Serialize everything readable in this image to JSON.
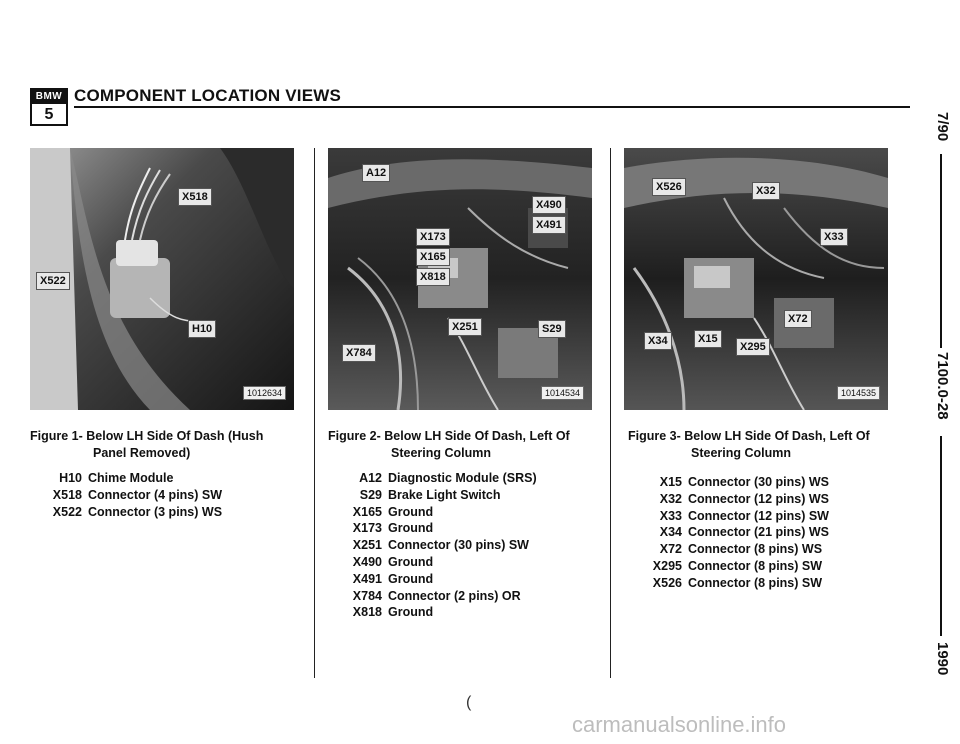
{
  "header": {
    "logo_top": "BMW",
    "logo_bottom": "5",
    "title": "COMPONENT LOCATION VIEWS"
  },
  "side": {
    "date": "7/90",
    "page": "7100.0-28",
    "year": "1990"
  },
  "figures": [
    {
      "number": "Figure 1-",
      "caption_line1": "Below LH Side Of Dash (Hush",
      "caption_line2": "Panel Removed)",
      "photo_id": "1012634",
      "tags": [
        "X518",
        "X522",
        "H10"
      ],
      "legend": [
        {
          "code": "H10",
          "desc": "Chime Module"
        },
        {
          "code": "X518",
          "desc": "Connector (4 pins) SW"
        },
        {
          "code": "X522",
          "desc": "Connector (3 pins) WS"
        }
      ]
    },
    {
      "number": "Figure 2-",
      "caption_line1": "Below LH Side Of Dash, Left Of",
      "caption_line2": "Steering Column",
      "photo_id": "1014534",
      "tags": [
        "A12",
        "X490",
        "X491",
        "X173",
        "X165",
        "X818",
        "X251",
        "S29",
        "X784"
      ],
      "legend": [
        {
          "code": "A12",
          "desc": "Diagnostic Module (SRS)"
        },
        {
          "code": "S29",
          "desc": "Brake Light Switch"
        },
        {
          "code": "X165",
          "desc": "Ground"
        },
        {
          "code": "X173",
          "desc": "Ground"
        },
        {
          "code": "X251",
          "desc": "Connector (30 pins) SW"
        },
        {
          "code": "X490",
          "desc": "Ground"
        },
        {
          "code": "X491",
          "desc": "Ground"
        },
        {
          "code": "X784",
          "desc": "Connector (2 pins) OR"
        },
        {
          "code": "X818",
          "desc": "Ground"
        }
      ]
    },
    {
      "number": "Figure 3-",
      "caption_line1": "Below LH Side Of Dash, Left Of",
      "caption_line2": "Steering Column",
      "photo_id": "1014535",
      "tags": [
        "X526",
        "X32",
        "X33",
        "X72",
        "X34",
        "X15",
        "X295"
      ],
      "legend": [
        {
          "code": "X15",
          "desc": "Connector (30 pins) WS"
        },
        {
          "code": "X32",
          "desc": "Connector (12 pins) WS"
        },
        {
          "code": "X33",
          "desc": "Connector (12 pins) SW"
        },
        {
          "code": "X34",
          "desc": "Connector (21 pins) WS"
        },
        {
          "code": "X72",
          "desc": "Connector (8 pins) WS"
        },
        {
          "code": "X295",
          "desc": "Connector (8 pins) SW"
        },
        {
          "code": "X526",
          "desc": "Connector (8 pins) SW"
        }
      ]
    }
  ],
  "misc": {
    "paren": "(",
    "watermark": "carmanualsonline.info"
  }
}
